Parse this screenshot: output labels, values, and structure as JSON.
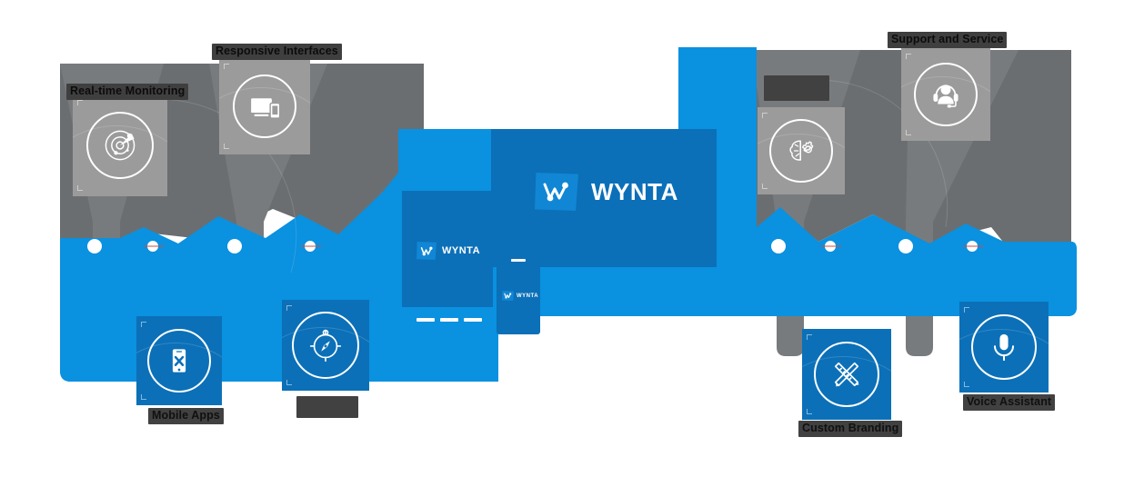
{
  "brand": {
    "name": "WYNTA",
    "logo_icon": "wynta-w-mark",
    "colors": {
      "primary_blue": "#0a91e0",
      "deep_blue": "#0b70b8",
      "mark_blue": "#1186d4",
      "dark_gray": "#6b6e70",
      "light_gray": "#9b9b9b",
      "label_chip": "#414141",
      "white": "#ffffff"
    }
  },
  "features": [
    {
      "id": "real-time-monitoring",
      "label": "Real-time Monitoring",
      "icon": "radar-icon",
      "theme": "gray",
      "side": "left",
      "readable": true
    },
    {
      "id": "responsive-interfaces",
      "label": "Responsive Interfaces",
      "icon": "responsive-devices-icon",
      "theme": "gray",
      "side": "left",
      "readable": true
    },
    {
      "id": "mobile-apps",
      "label": "Mobile Apps",
      "icon": "mobile-phone-icon",
      "theme": "blue",
      "side": "left",
      "readable": true
    },
    {
      "id": "navigation",
      "label": "",
      "icon": "compass-icon",
      "theme": "blue",
      "side": "left",
      "readable": false
    },
    {
      "id": "ai-automation",
      "label": "",
      "icon": "brain-gear-icon",
      "theme": "gray",
      "side": "right",
      "readable": false
    },
    {
      "id": "support-and-service",
      "label": "Support and Service",
      "icon": "headset-support-icon",
      "theme": "gray",
      "side": "right",
      "readable": true
    },
    {
      "id": "custom-branding",
      "label": "Custom Branding",
      "icon": "pen-ruler-icon",
      "theme": "blue",
      "side": "right",
      "readable": true
    },
    {
      "id": "voice-assistant",
      "label": "Voice Assistant",
      "icon": "microphone-icon",
      "theme": "blue",
      "side": "right",
      "readable": true
    }
  ],
  "devices": [
    {
      "id": "desktop-monitor",
      "brand_text": "WYNTA",
      "logo_icon": "wynta-w-mark"
    },
    {
      "id": "tablet",
      "brand_text": "WYNTA",
      "logo_icon": "wynta-w-mark"
    },
    {
      "id": "smartphone",
      "brand_text": "WYNTA",
      "logo_icon": "wynta-w-mark"
    }
  ],
  "connectors": {
    "node_icon": "connector-dot",
    "count": 8
  }
}
